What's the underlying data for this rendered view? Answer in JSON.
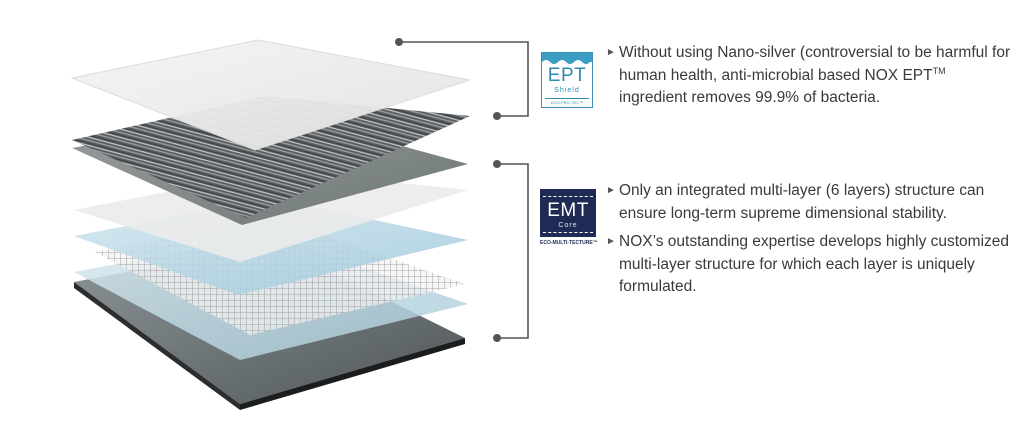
{
  "image_alt": "",
  "ept_badge": {
    "big": "EPT",
    "sub": "Shield",
    "tag": "ECO-PRO-TEC™"
  },
  "emt_badge": {
    "big": "EMT",
    "sub": "Core",
    "tag": "ECO-MULTI-TECTURE™"
  },
  "features_top": [
    {
      "part1": "Without using Nano-silver (controversial to be harmful for human health, anti-microbial based NOX EPT",
      "tm": "TM",
      "part2": " ingredient removes 99.9% of bacteria."
    }
  ],
  "features_bottom": [
    {
      "text": "Only an integrated multi-layer (6 layers) structure can ensure long-term supreme dimensional stability."
    },
    {
      "text": "NOX’s outstanding expertise develops highly customized multi-layer structure for which each layer is uniquely formulated."
    }
  ],
  "colors": {
    "ept_blue": "#2c8ab3",
    "emt_navy": "#1f2b55",
    "bracket": "#555555",
    "text": "#3a3a3a"
  }
}
